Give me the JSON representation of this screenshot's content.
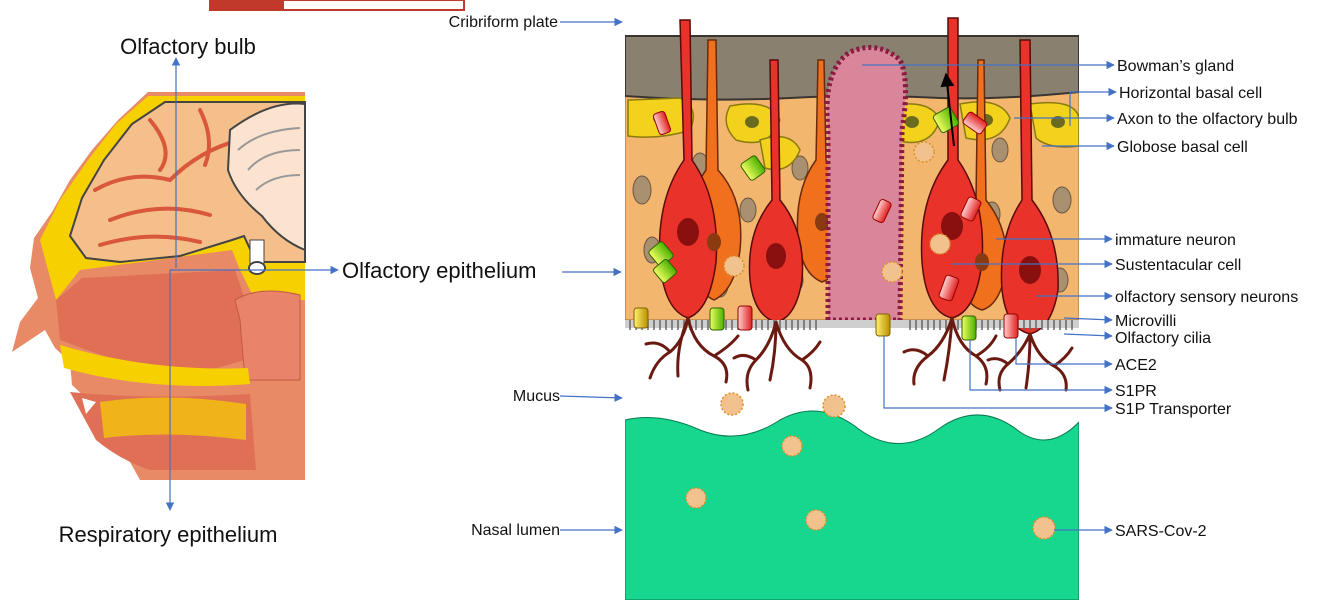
{
  "labels": {
    "olfactory_bulb": "Olfactory bulb",
    "olfactory_epithelium": "Olfactory epithelium",
    "respiratory_epithelium": "Respiratory epithelium",
    "cribriform_plate": "Cribriform plate",
    "mucus": "Mucus",
    "nasal_lumen": "Nasal lumen",
    "bowmans_gland": "Bowman’s gland",
    "horizontal_basal_cell": "Horizontal basal cell",
    "axon_to_bulb": "Axon to the olfactory bulb",
    "globose_basal_cell": "Globose basal cell",
    "immature_neuron": "immature neuron",
    "sustentacular_cell": "Sustentacular cell",
    "olfactory_sensory_neurons": "olfactory sensory neurons",
    "microvilli": "Microvilli",
    "olfactory_cilia": "Olfactory cilia",
    "ace2": "ACE2",
    "s1pr": "S1PR",
    "s1p_transporter": "S1P Transporter",
    "sars_cov_2": "SARS-Cov-2"
  },
  "colors": {
    "arrow": "#4472c4",
    "plate": "#8a8070",
    "epithelium": "#f2b66e",
    "basal_yellow": "#f3d21e",
    "neuron_red": "#e8322a",
    "immature_orange": "#f0701e",
    "gland_pink": "#d9869a",
    "lumen_green": "#17d68e",
    "skin": "#e88a66",
    "virus": "#f2c28e"
  }
}
